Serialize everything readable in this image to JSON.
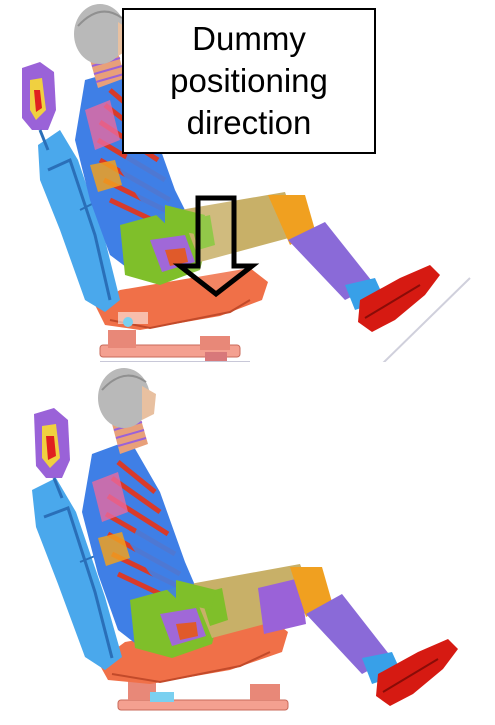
{
  "annotation": {
    "lines": [
      "Dummy",
      "positioning",
      "direction"
    ]
  },
  "panels": [
    {
      "id": "before",
      "shows_arrow": true
    },
    {
      "id": "after",
      "shows_arrow": false
    }
  ],
  "colors": {
    "head": "#b9b9b9",
    "neck": "#e8a07a",
    "torso_blue": "#3f7fe6",
    "ribs_red": "#d83a2a",
    "pelvis_green": "#7fbf2a",
    "thigh_tan": "#c8b068",
    "knee_orange": "#f0a020",
    "shin_purple": "#8a6ad8",
    "ankle_blue": "#38a0e8",
    "shoe_red": "#d61a12",
    "seat_orange": "#f07048",
    "seatback_blue": "#4aa8ec",
    "headrest_purple": "#9a62d8",
    "headrest_yellow": "#f0d040",
    "rail_pink": "#f4a090",
    "floor_line": "#c8c8d8",
    "arrow": "#000000"
  },
  "icons": {
    "arrow": "arrow-down-icon"
  }
}
